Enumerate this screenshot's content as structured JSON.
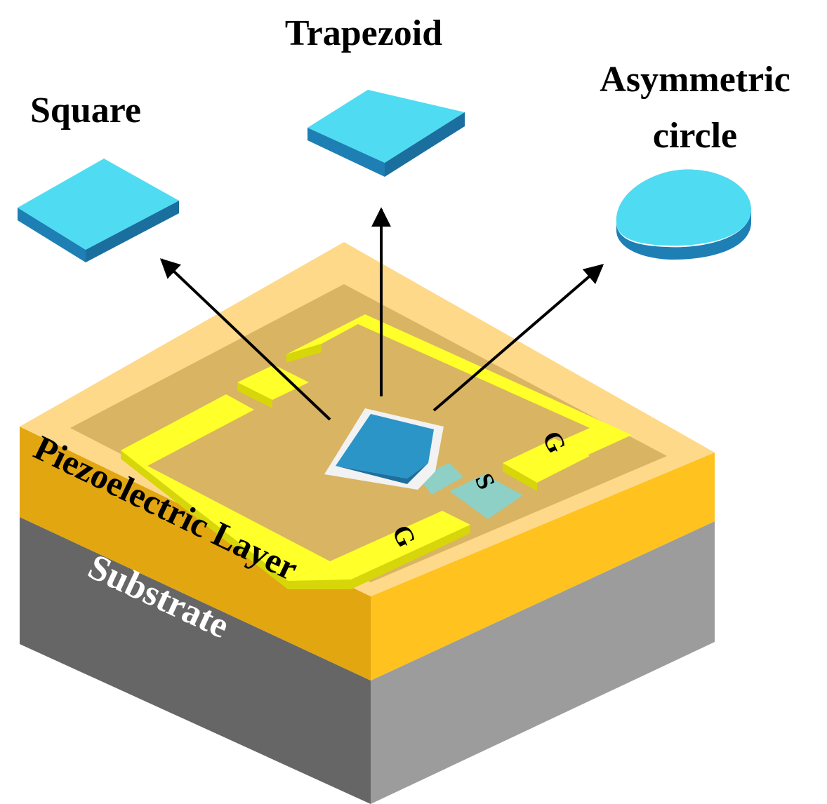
{
  "labels": {
    "trapezoid": "Trapezoid",
    "square": "Square",
    "asymmetric_line1": "Asymmetric",
    "asymmetric_line2": "circle",
    "piezo_layer": "Piezoelectric Layer",
    "substrate": "Substrate",
    "ground_right": "G",
    "ground_bottom": "G",
    "signal": "S"
  },
  "colors": {
    "shape_top": "#4fdcf2",
    "shape_side": "#1e7fb5",
    "piezo_top": "#ffd98a",
    "piezo_inner": "#d9b462",
    "piezo_side_left": "#e1a610",
    "piezo_side_right": "#ffc21e",
    "electrode": "#ffff2a",
    "electrode_side": "#d6d60a",
    "substrate_left": "#666666",
    "substrate_right": "#9c9c9c",
    "arrow": "#000000"
  }
}
